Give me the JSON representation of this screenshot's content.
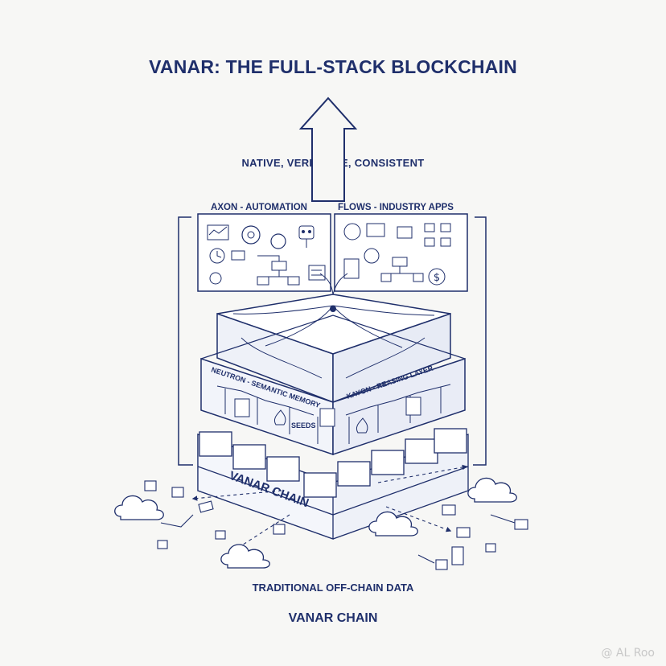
{
  "title": "VANAR: THE FULL-STACK BLOCKCHAIN",
  "tagline": "NATIVE, VERIVABLE, CONSISTENT",
  "panels": {
    "left": "AXON - AUTOMATION",
    "right": "FLOWS - INDUSTRY APPS"
  },
  "layers": {
    "neutron": "NEUTRON - SEMANTIC MEMORY",
    "kayon": "KAYON - REASING LAYER",
    "seeds": "SEEDS",
    "chain": "VANAR CHAIN"
  },
  "offchain_label": "TRADITIONAL OFF-CHAIN DATA",
  "footer": "VANAR CHAIN",
  "watermark": "@ AL Roo",
  "colors": {
    "ink": "#1f2f6b",
    "paper": "#f7f7f5",
    "tint": "#e7ebf5"
  }
}
